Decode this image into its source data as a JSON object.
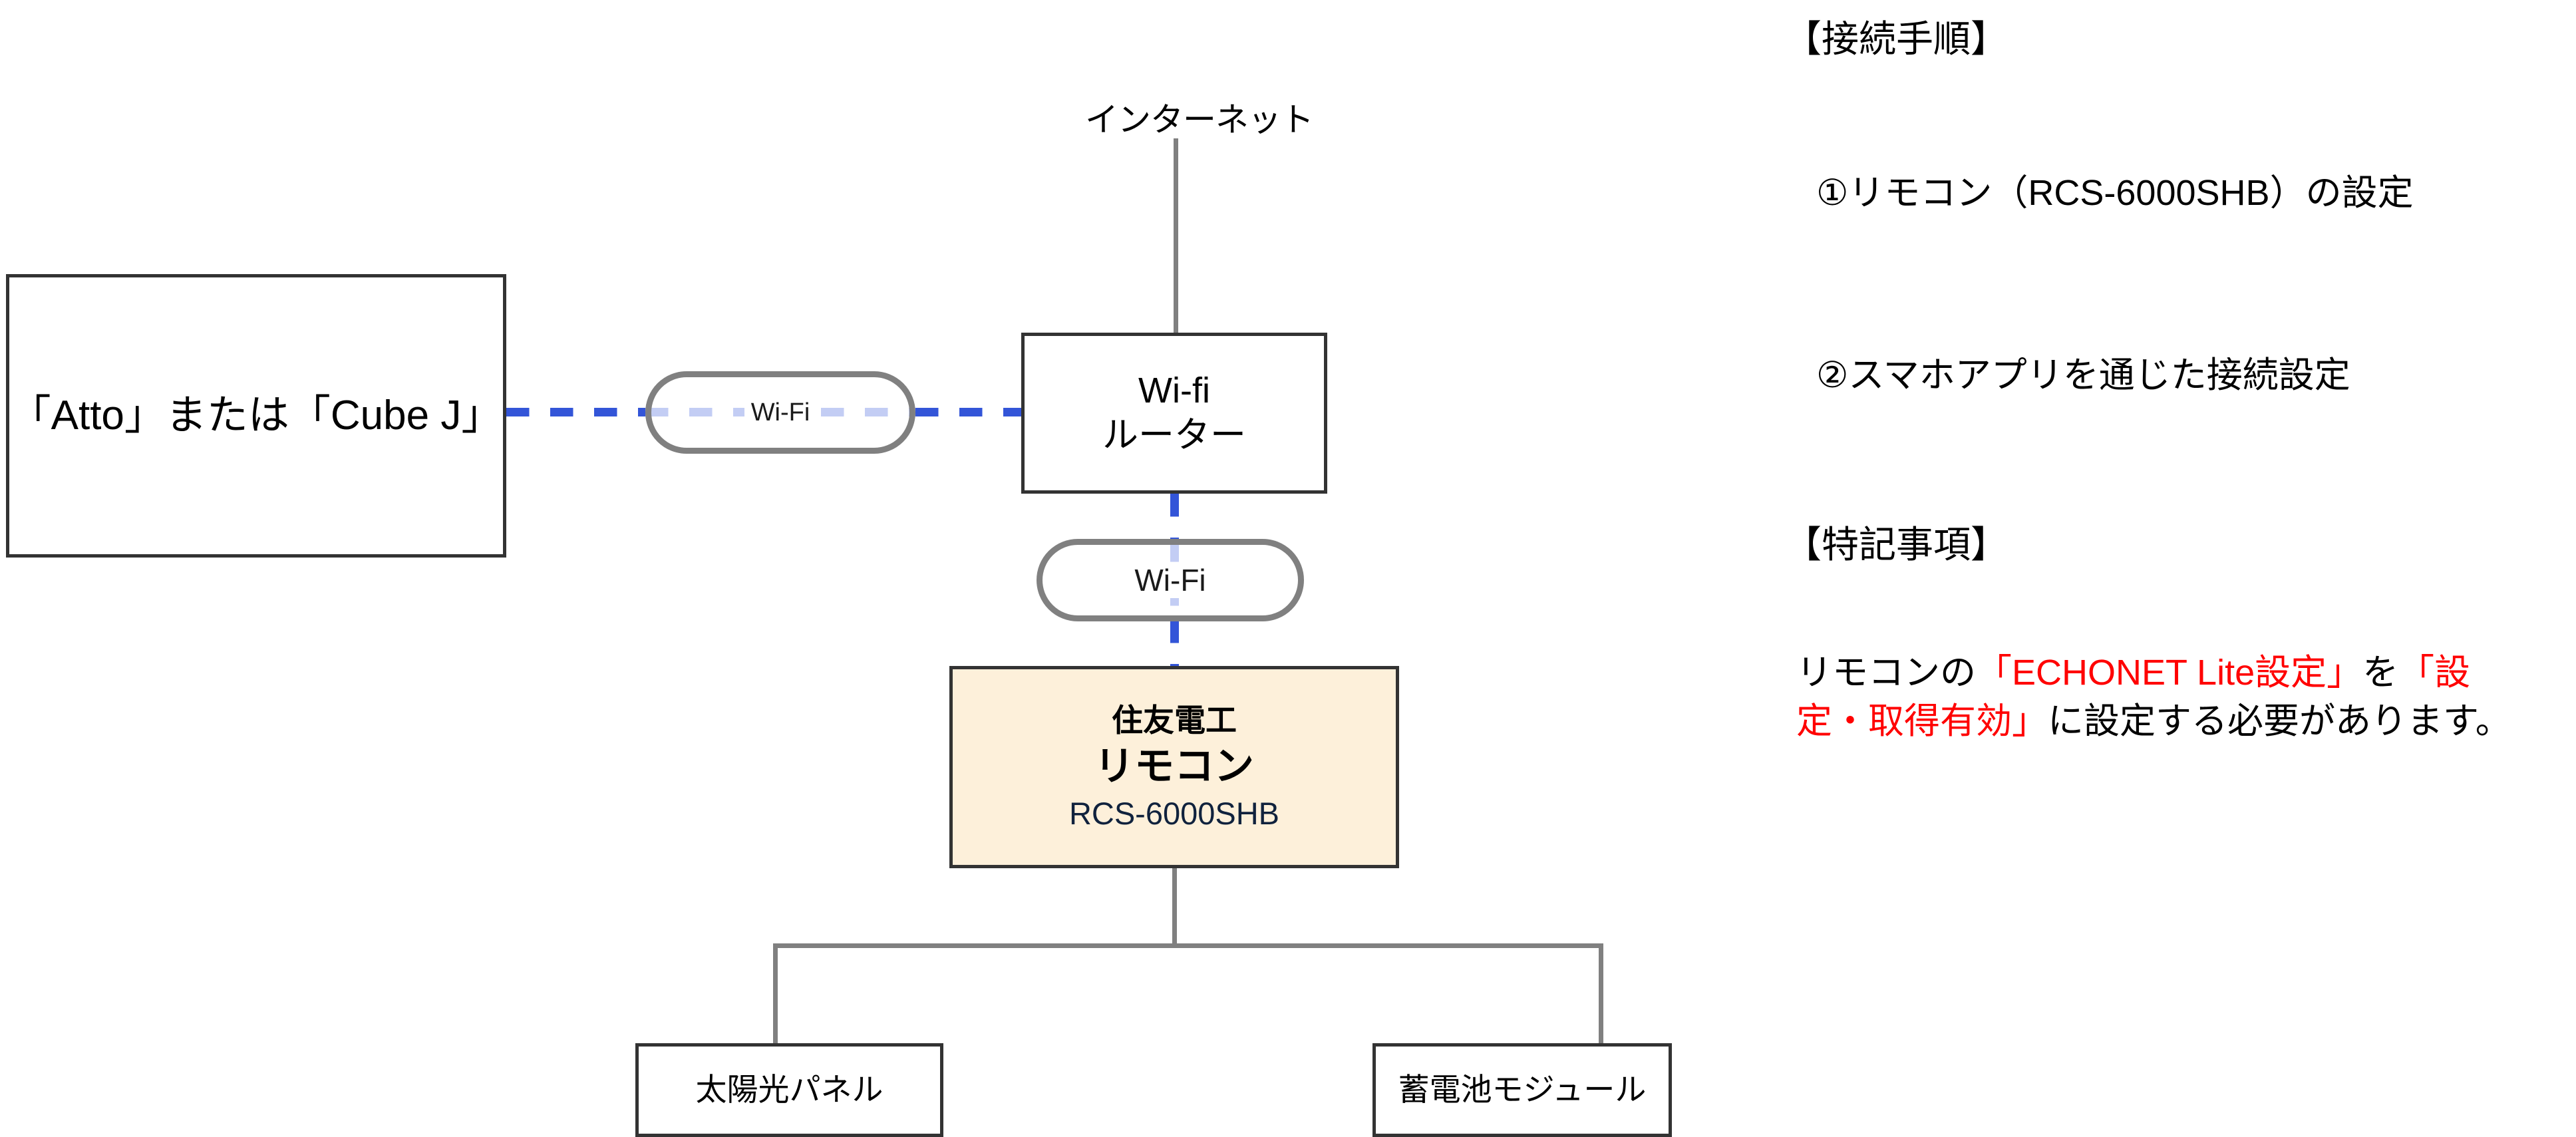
{
  "diagram": {
    "internet_label": "インターネット",
    "atto_box": {
      "label": "「Atto」または「Cube J」"
    },
    "wifi_pill_1": {
      "label": "Wi-Fi"
    },
    "wifi_pill_2": {
      "label": "Wi-Fi"
    },
    "router_box": {
      "line1": "Wi-fi",
      "line2": "ルーター"
    },
    "remote_box": {
      "maker": "住友電工",
      "name": "リモコン",
      "model": "RCS-6000SHB",
      "fill_color": "#FDF0DA"
    },
    "solar_box": {
      "label": "太陽光パネル"
    },
    "battery_box": {
      "label": "蓄電池モジュール"
    },
    "colors": {
      "wireless_link": "#3355D8",
      "wireless_link_faint": "#C3CDF4",
      "wired_link": "#808080",
      "box_border": "#333333"
    }
  },
  "notes": {
    "heading_procedure": "【接続手順】",
    "step_1": "①リモコン（RCS-6000SHB）の設定",
    "step_2": "②スマホアプリを通じた接続設定",
    "heading_remarks": "【特記事項】",
    "remark": {
      "part_1": "リモコンの",
      "part_2_red": "「ECHONET Lite設定」",
      "part_3": "を",
      "part_4_red": "「設定・取得有効」",
      "part_5": "に設定する必要があります。"
    }
  }
}
